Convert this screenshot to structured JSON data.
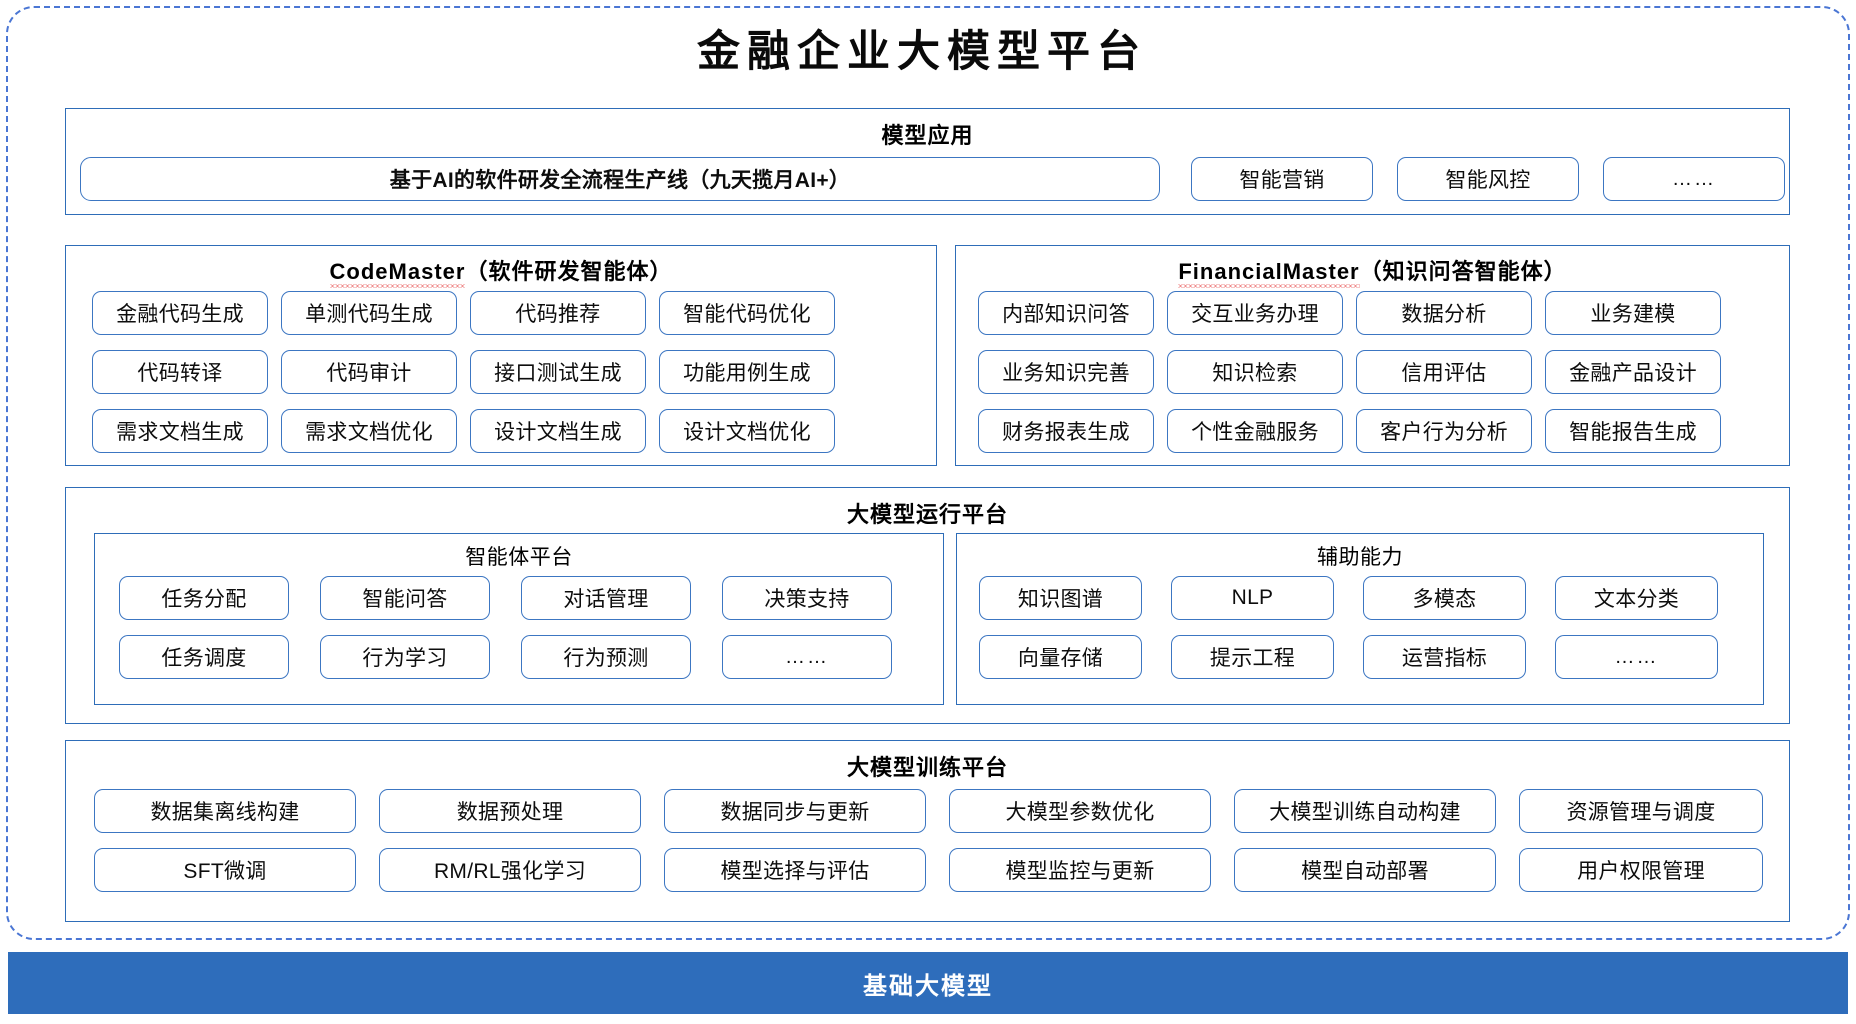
{
  "title": "金融企业大模型平台",
  "colors": {
    "frame_dashed": "#4A76D4",
    "panel_border": "#2E6DB8",
    "pill_border": "#3C76C2",
    "footer_bg": "#2E6DBB",
    "spellcheck_squiggle": "#E01B1B"
  },
  "model_application": {
    "title": "模型应用",
    "flagship": "基于AI的软件研发全流程生产线（九天揽月AI+）",
    "items": [
      "智能营销",
      "智能风控",
      "……"
    ]
  },
  "code_master": {
    "title_latin": "CodeMaster",
    "title_cn": "（软件研发智能体）",
    "items": [
      "金融代码生成",
      "单测代码生成",
      "代码推荐",
      "智能代码优化",
      "代码转译",
      "代码审计",
      "接口测试生成",
      "功能用例生成",
      "需求文档生成",
      "需求文档优化",
      "设计文档生成",
      "设计文档优化"
    ]
  },
  "financial_master": {
    "title_latin": "FinancialMaster",
    "title_cn": "（知识问答智能体）",
    "items": [
      "内部知识问答",
      "交互业务办理",
      "数据分析",
      "业务建模",
      "业务知识完善",
      "知识检索",
      "信用评估",
      "金融产品设计",
      "财务报表生成",
      "个性金融服务",
      "客户行为分析",
      "智能报告生成"
    ]
  },
  "run_platform": {
    "title": "大模型运行平台",
    "agent_platform": {
      "title": "智能体平台",
      "items": [
        "任务分配",
        "智能问答",
        "对话管理",
        "决策支持",
        "任务调度",
        "行为学习",
        "行为预测",
        "……"
      ]
    },
    "auxiliary": {
      "title": "辅助能力",
      "items": [
        "知识图谱",
        "NLP",
        "多模态",
        "文本分类",
        "向量存储",
        "提示工程",
        "运营指标",
        "……"
      ]
    }
  },
  "training_platform": {
    "title": "大模型训练平台",
    "items": [
      "数据集离线构建",
      "数据预处理",
      "数据同步与更新",
      "大模型参数优化",
      "大模型训练自动构建",
      "资源管理与调度",
      "SFT微调",
      "RM/RL强化学习",
      "模型选择与评估",
      "模型监控与更新",
      "模型自动部署",
      "用户权限管理"
    ]
  },
  "footer": {
    "label": "基础大模型"
  }
}
